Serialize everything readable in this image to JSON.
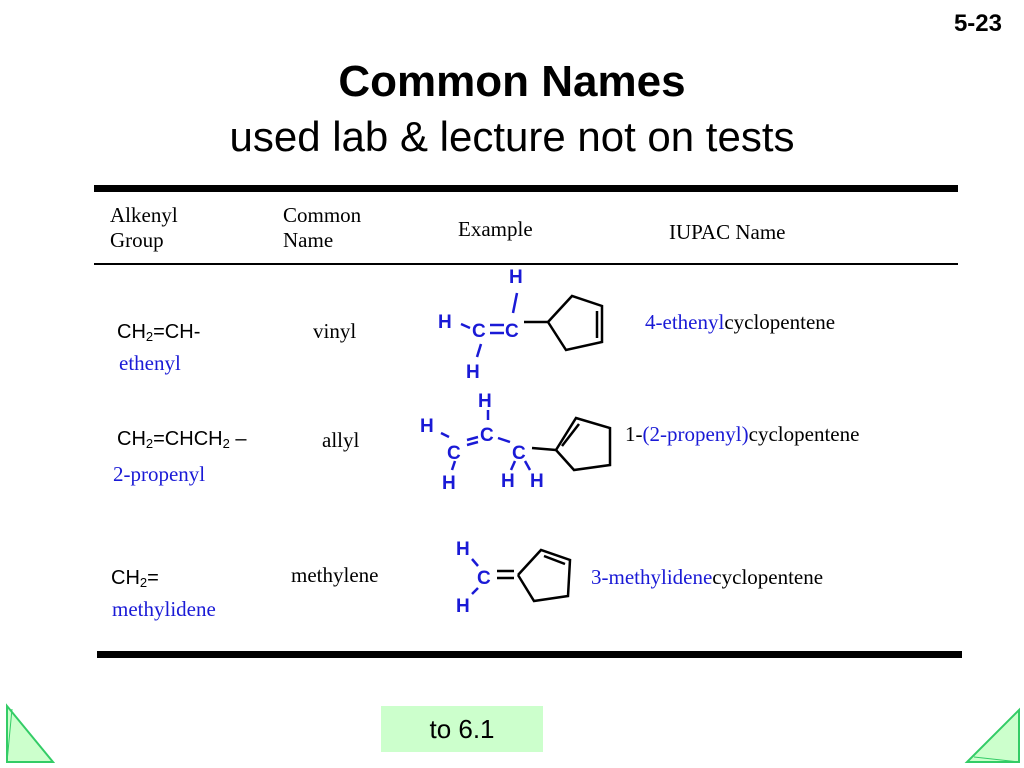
{
  "slide_number": "5-23",
  "title": "Common Names",
  "subtitle": "used lab & lecture not on tests",
  "table": {
    "headers": {
      "group_line1": "Alkenyl",
      "group_line2": "Group",
      "common_line1": "Common",
      "common_line2": "Name",
      "example": "Example",
      "iupac": "IUPAC Name"
    },
    "rows": [
      {
        "formula_a": "CH",
        "formula_sub": "2",
        "formula_b": "=CH-",
        "group_name": "ethenyl",
        "common_name": "vinyl",
        "iupac_prefix": "",
        "iupac_highlight": "4-ethenyl",
        "iupac_suffix": "cyclopentene"
      },
      {
        "formula_a": "CH",
        "formula_sub": "2",
        "formula_b": "=CHCH",
        "formula_sub2": "2",
        "formula_c": " –",
        "group_name": "2-propenyl",
        "common_name": "allyl",
        "iupac_prefix": "1-",
        "iupac_highlight": "(2-propenyl)",
        "iupac_suffix": "cyclopentene"
      },
      {
        "formula_a": "CH",
        "formula_sub": "2",
        "formula_b": "=",
        "group_name": "methylidene",
        "common_name": "methylene",
        "iupac_prefix": "",
        "iupac_highlight": "3-methylidene",
        "iupac_suffix": "cyclopentene"
      }
    ]
  },
  "molecule_atoms": {
    "h": "H",
    "c": "C"
  },
  "nav": {
    "button_label": "to 6.1"
  },
  "colors": {
    "highlight": "#1a1ad6",
    "nav_button_bg": "#ccffcc",
    "arrow_fill": "#ccffcc",
    "arrow_stroke": "#33cc66"
  }
}
